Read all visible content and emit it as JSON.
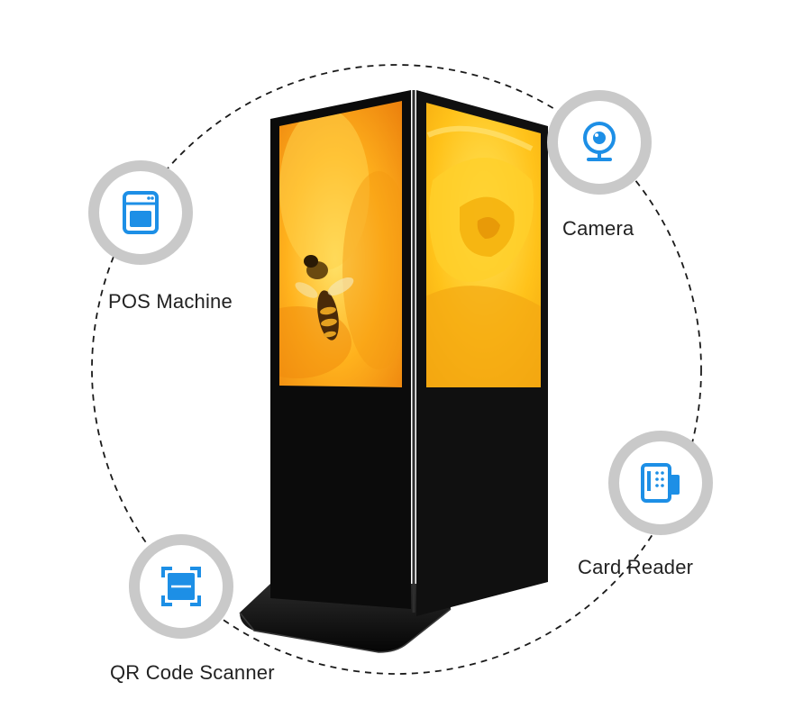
{
  "accent_color": "#1d8fe6",
  "ring_color": "#c9c9c9",
  "kiosk": {
    "frame_color": "#0b0b0b",
    "screen_left_subject": "bee-on-orange-flower",
    "screen_right_subject": "yellow-rose"
  },
  "features": [
    {
      "label": "POS Machine",
      "icon": "pos-machine-icon"
    },
    {
      "label": "Camera",
      "icon": "camera-icon"
    },
    {
      "label": "Card Reader",
      "icon": "card-reader-icon"
    },
    {
      "label": "QR Code Scanner",
      "icon": "qr-scanner-icon"
    }
  ]
}
